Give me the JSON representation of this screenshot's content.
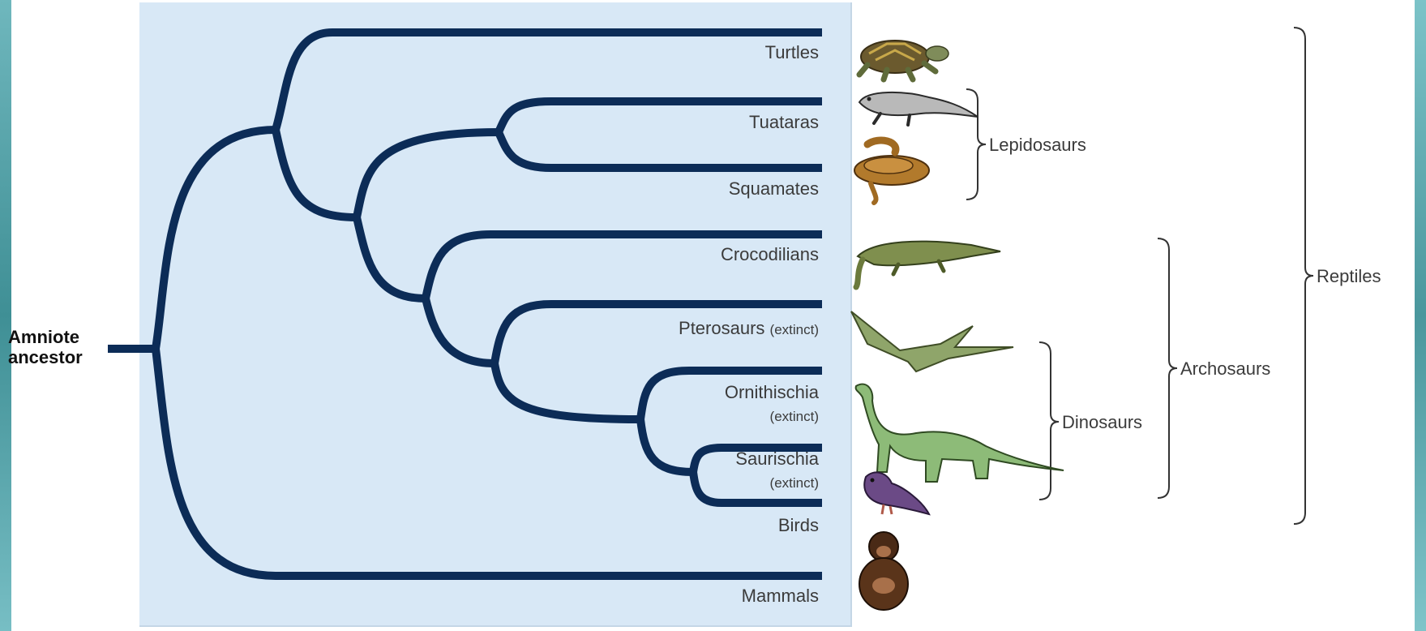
{
  "root_label_lines": [
    "Amniote",
    "ancestor"
  ],
  "taxa": [
    {
      "name": "Turtles",
      "note": ""
    },
    {
      "name": "Tuataras",
      "note": ""
    },
    {
      "name": "Squamates",
      "note": ""
    },
    {
      "name": "Crocodilians",
      "note": ""
    },
    {
      "name": "Pterosaurs",
      "note": "(extinct)"
    },
    {
      "name": "Ornithischia",
      "note": "(extinct)"
    },
    {
      "name": "Saurischia",
      "note": "(extinct)"
    },
    {
      "name": "Birds",
      "note": ""
    },
    {
      "name": "Mammals",
      "note": ""
    }
  ],
  "groups": {
    "lepidosaurs": "Lepidosaurs",
    "dinosaurs": "Dinosaurs",
    "archosaurs": "Archosaurs",
    "reptiles": "Reptiles"
  },
  "illustrations": [
    "turtle-icon",
    "tuatara-icon",
    "snake-icon",
    "crocodile-icon",
    "pterosaur-icon",
    "sauropod-icon",
    "pigeon-icon",
    "chimpanzee-icon"
  ],
  "colors": {
    "branch": "#0c2c57",
    "panel": "#d8e8f6",
    "bracket": "#333333"
  }
}
